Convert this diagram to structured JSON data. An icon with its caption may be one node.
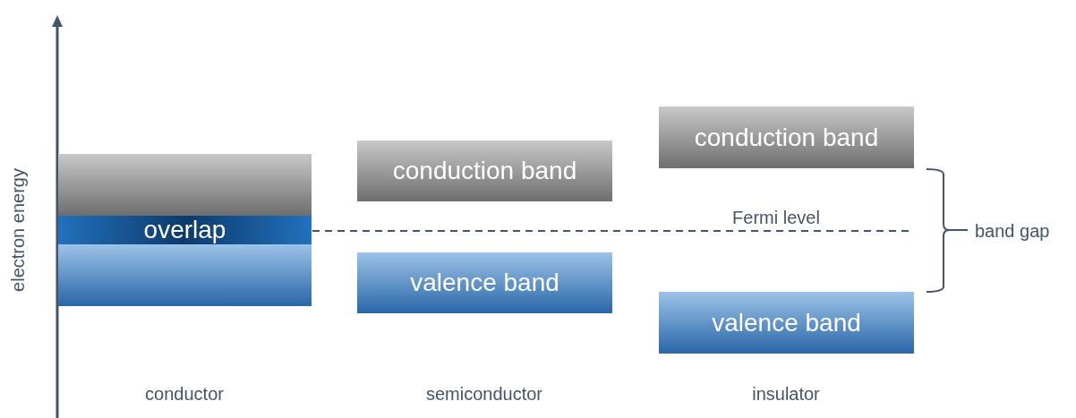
{
  "diagram": {
    "nodes": [
      {
        "text": [],
        "shape": "bar"
      },
      {
        "text": [
          "overlap"
        ]
      },
      {
        "text": [],
        "shape": "bar"
      },
      {
        "text": [
          "conduction band"
        ]
      },
      {
        "text": [
          "valence band"
        ]
      },
      {
        "text": [
          "conduction band"
        ]
      },
      {
        "text": [
          "valence band"
        ]
      }
    ],
    "edges": [],
    "labels": [
      "electron energy",
      "Fermi level",
      "band gap",
      "conductor",
      "semiconductor",
      "insulator"
    ]
  }
}
